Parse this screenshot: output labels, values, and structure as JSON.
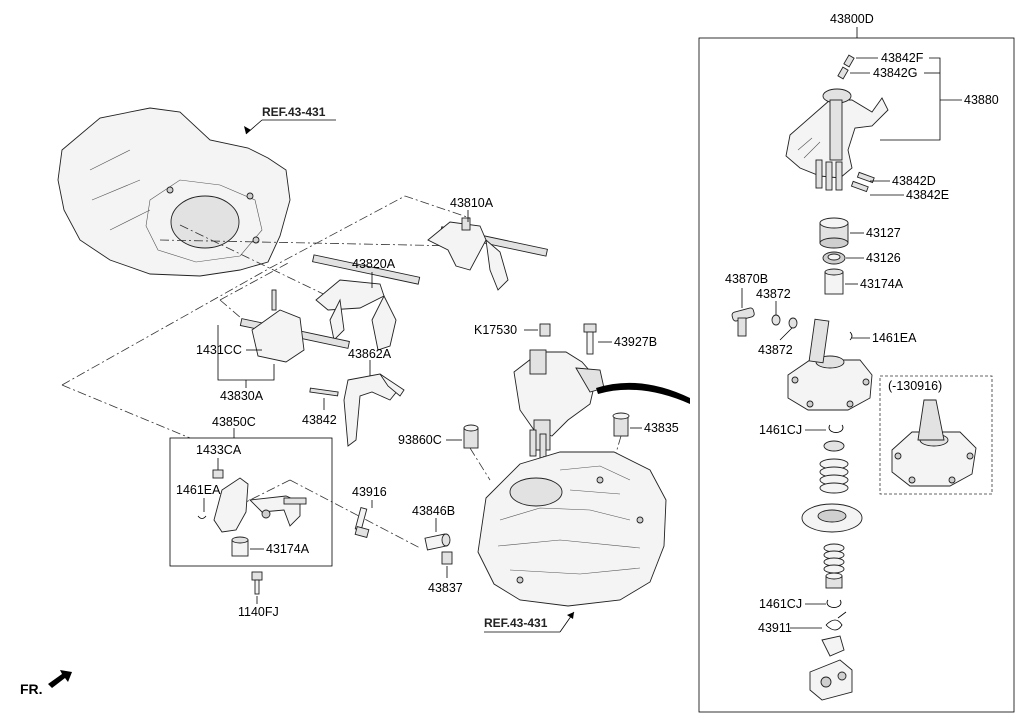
{
  "title": "43800D",
  "ref_labels": {
    "top": "REF.43-431",
    "bottom": "REF.43-431"
  },
  "front_marker": "FR.",
  "callouts": {
    "c43842F": "43842F",
    "c43842G": "43842G",
    "c43880": "43880",
    "c43842D": "43842D",
    "c43842E": "43842E",
    "c43127": "43127",
    "c43126": "43126",
    "c43870B": "43870B",
    "c43872a": "43872",
    "c43174Aa": "43174A",
    "c1461EAa": "1461EA",
    "c43872b": "43872",
    "c130916": "(-130916)",
    "c1461CJa": "1461CJ",
    "c1461CJb": "1461CJ",
    "c43911": "43911",
    "c43810A": "43810A",
    "c43820A": "43820A",
    "c1431CC": "1431CC",
    "c43830A": "43830A",
    "c43862A": "43862A",
    "c43842": "43842",
    "c43850C": "43850C",
    "c1433CA": "1433CA",
    "c1461EAb": "1461EA",
    "c43174Ab": "43174A",
    "c1140FJ": "1140FJ",
    "c43916": "43916",
    "cK17530": "K17530",
    "c43927B": "43927B",
    "c93860C": "93860C",
    "c43835": "43835",
    "c43846B": "43846B",
    "c43837": "43837"
  }
}
